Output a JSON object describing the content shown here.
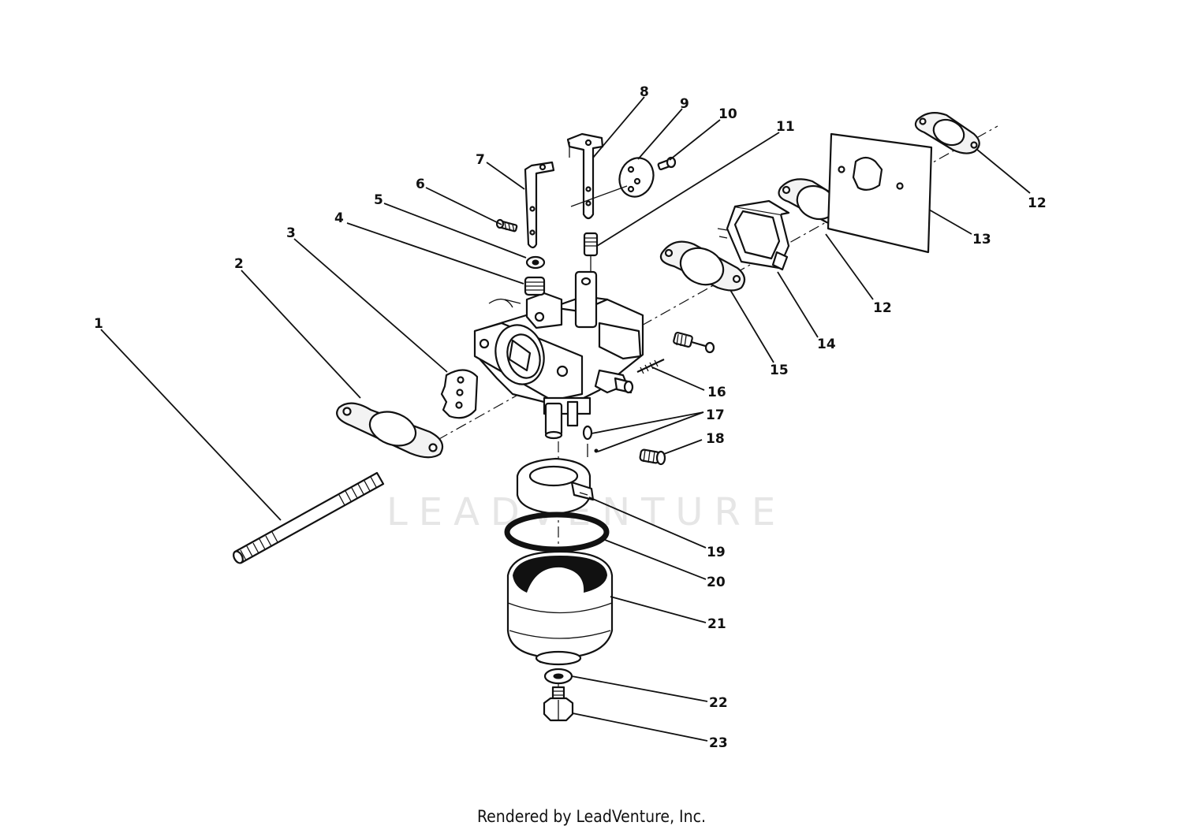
{
  "watermark": "LEADVENTURE",
  "footer": "Rendered by LeadVenture, Inc.",
  "callouts": [
    "1",
    "2",
    "3",
    "4",
    "5",
    "6",
    "7",
    "8",
    "9",
    "10",
    "11",
    "12",
    "12",
    "13",
    "14",
    "15",
    "16",
    "17",
    "18",
    "19",
    "20",
    "21",
    "22",
    "23"
  ]
}
